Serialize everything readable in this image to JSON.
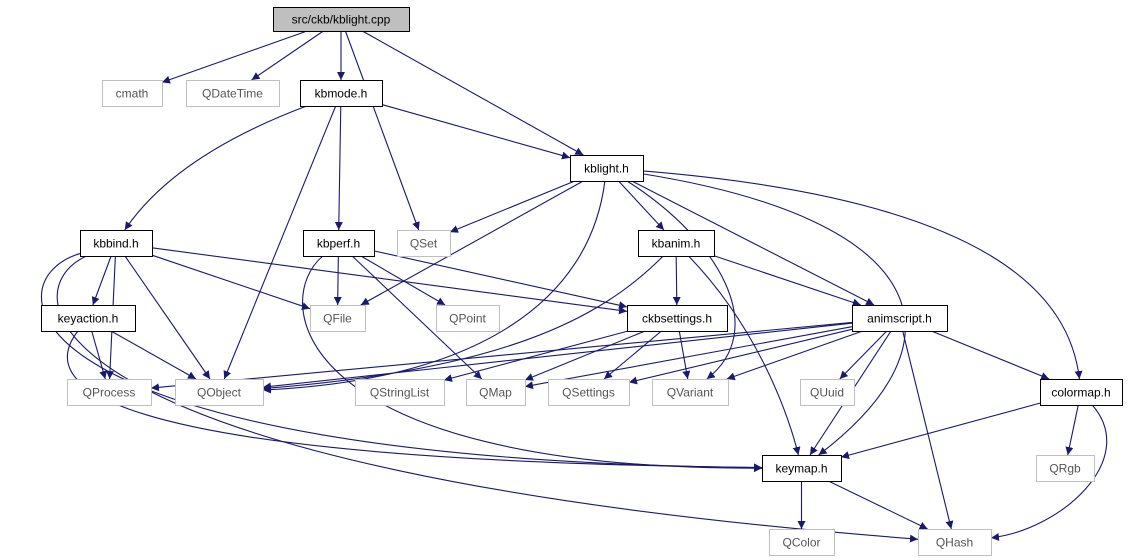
{
  "diagram": {
    "colors": {
      "edge": "#191970",
      "root_fill": "#bfbfbf",
      "external_border": "#bfbfbf",
      "internal_border": "#000000"
    },
    "nodes": [
      {
        "id": "root",
        "label": "src/ckb/kblight.cpp",
        "kind": "root"
      },
      {
        "id": "cmath",
        "label": "cmath",
        "kind": "external"
      },
      {
        "id": "qdatetime",
        "label": "QDateTime",
        "kind": "external"
      },
      {
        "id": "kbmode",
        "label": "kbmode.h",
        "kind": "internal"
      },
      {
        "id": "kblight",
        "label": "kblight.h",
        "kind": "internal"
      },
      {
        "id": "kbbind",
        "label": "kbbind.h",
        "kind": "internal"
      },
      {
        "id": "kbperf",
        "label": "kbperf.h",
        "kind": "internal"
      },
      {
        "id": "qset",
        "label": "QSet",
        "kind": "external"
      },
      {
        "id": "kbanim",
        "label": "kbanim.h",
        "kind": "internal"
      },
      {
        "id": "keyaction",
        "label": "keyaction.h",
        "kind": "internal"
      },
      {
        "id": "qfile",
        "label": "QFile",
        "kind": "external"
      },
      {
        "id": "qpoint",
        "label": "QPoint",
        "kind": "external"
      },
      {
        "id": "ckbsettings",
        "label": "ckbsettings.h",
        "kind": "internal"
      },
      {
        "id": "animscript",
        "label": "animscript.h",
        "kind": "internal"
      },
      {
        "id": "qprocess",
        "label": "QProcess",
        "kind": "external"
      },
      {
        "id": "qobject",
        "label": "QObject",
        "kind": "external"
      },
      {
        "id": "qstringlist",
        "label": "QStringList",
        "kind": "external"
      },
      {
        "id": "qmap",
        "label": "QMap",
        "kind": "external"
      },
      {
        "id": "qsettings",
        "label": "QSettings",
        "kind": "external"
      },
      {
        "id": "qvariant",
        "label": "QVariant",
        "kind": "external"
      },
      {
        "id": "quuid",
        "label": "QUuid",
        "kind": "external"
      },
      {
        "id": "colormap",
        "label": "colormap.h",
        "kind": "internal"
      },
      {
        "id": "keymap",
        "label": "keymap.h",
        "kind": "internal"
      },
      {
        "id": "qrgb",
        "label": "QRgb",
        "kind": "external"
      },
      {
        "id": "qcolor",
        "label": "QColor",
        "kind": "external"
      },
      {
        "id": "qhash",
        "label": "QHash",
        "kind": "external"
      }
    ],
    "edges": [
      [
        "root",
        "cmath"
      ],
      [
        "root",
        "qdatetime"
      ],
      [
        "root",
        "kbmode"
      ],
      [
        "root",
        "qset"
      ],
      [
        "root",
        "kblight"
      ],
      [
        "kbmode",
        "kbbind"
      ],
      [
        "kbmode",
        "qobject"
      ],
      [
        "kbmode",
        "kbperf"
      ],
      [
        "kbmode",
        "kblight"
      ],
      [
        "kblight",
        "qset"
      ],
      [
        "kblight",
        "qfile"
      ],
      [
        "kblight",
        "qobject"
      ],
      [
        "kblight",
        "kbanim"
      ],
      [
        "kblight",
        "qvariant"
      ],
      [
        "kblight",
        "animscript"
      ],
      [
        "kblight",
        "keymap"
      ],
      [
        "kblight",
        "colormap"
      ],
      [
        "kbbind",
        "keyaction"
      ],
      [
        "kbbind",
        "qprocess"
      ],
      [
        "kbbind",
        "qobject"
      ],
      [
        "kbbind",
        "qfile"
      ],
      [
        "kbbind",
        "ckbsettings"
      ],
      [
        "kbbind",
        "keymap"
      ],
      [
        "kbbind",
        "qhash"
      ],
      [
        "kbperf",
        "qfile"
      ],
      [
        "kbperf",
        "qpoint"
      ],
      [
        "kbperf",
        "qmap"
      ],
      [
        "kbperf",
        "ckbsettings"
      ],
      [
        "kbperf",
        "keymap"
      ],
      [
        "kbanim",
        "ckbsettings"
      ],
      [
        "kbanim",
        "qobject"
      ],
      [
        "kbanim",
        "animscript"
      ],
      [
        "kbanim",
        "keymap"
      ],
      [
        "keyaction",
        "qprocess"
      ],
      [
        "keyaction",
        "qobject"
      ],
      [
        "keyaction",
        "keymap"
      ],
      [
        "ckbsettings",
        "qstringlist"
      ],
      [
        "ckbsettings",
        "qmap"
      ],
      [
        "ckbsettings",
        "qsettings"
      ],
      [
        "ckbsettings",
        "qvariant"
      ],
      [
        "animscript",
        "qprocess"
      ],
      [
        "animscript",
        "qobject"
      ],
      [
        "animscript",
        "qmap"
      ],
      [
        "animscript",
        "qsettings"
      ],
      [
        "animscript",
        "qvariant"
      ],
      [
        "animscript",
        "quuid"
      ],
      [
        "animscript",
        "colormap"
      ],
      [
        "animscript",
        "keymap"
      ],
      [
        "animscript",
        "qhash"
      ],
      [
        "colormap",
        "keymap"
      ],
      [
        "colormap",
        "qrgb"
      ],
      [
        "colormap",
        "qhash"
      ],
      [
        "keymap",
        "qcolor"
      ],
      [
        "keymap",
        "qhash"
      ]
    ]
  }
}
